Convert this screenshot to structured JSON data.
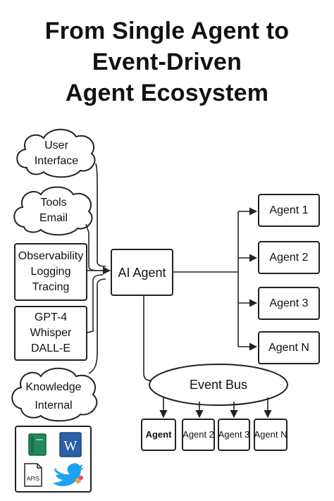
{
  "title": {
    "line1": "From Single Agent to",
    "line2": "Event-Driven",
    "line3": "Agent Ecosystem"
  },
  "inputs": {
    "user_interface": [
      "User",
      "Interface"
    ],
    "tools": [
      "Tools",
      "Email"
    ],
    "observability": [
      "Observability",
      "Logging",
      "Tracing"
    ],
    "models": [
      "GPT-4",
      "Whisper",
      "DALL-E"
    ],
    "knowledge": [
      "Knowledge",
      "Internal"
    ]
  },
  "center": {
    "label": "AI Agent"
  },
  "agents": [
    "Agent 1",
    "Agent 2",
    "Agent 3",
    "Agent N"
  ],
  "event_bus": {
    "label": "Event Bus",
    "subscribers": [
      "Agent",
      "Agent 2",
      "Agent 3",
      "Agent N"
    ]
  },
  "icon_panel": {
    "icons": [
      "green-book-icon",
      "word-document-icon",
      "apis-document-icon",
      "twitter-bird-icon"
    ],
    "word_letter": "W",
    "apis_label": "APIS"
  },
  "colors": {
    "green": "#1f8a5b",
    "word_blue": "#2b5fa6",
    "twitter_blue": "#1da1f2"
  }
}
